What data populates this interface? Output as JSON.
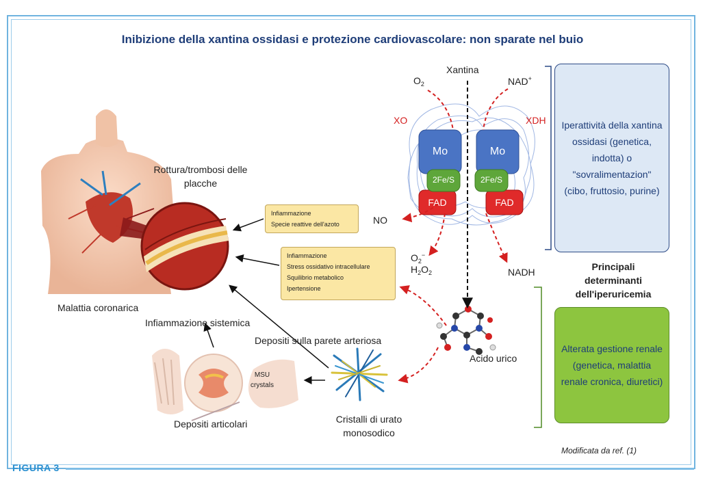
{
  "title": "Inibizione della xantina ossidasi e protezione cardiovascolare: non sparate nel buio",
  "figure_label": "FIGURA 3",
  "source": "Modificata da ref. (1)",
  "enzyme": {
    "substrate": "Xantina",
    "o2": "O",
    "o2_sub": "2",
    "nad": "NAD",
    "nad_sup": "+",
    "xo": "XO",
    "xdh": "XDH",
    "mo": "Mo",
    "fes": "2Fe/S",
    "fad": "FAD",
    "no": "NO",
    "superoxide": "O",
    "superoxide_sub": "2",
    "superoxide_sup": "−",
    "h2o2_h": "H",
    "h2o2_sub1": "2",
    "h2o2_o": "O",
    "h2o2_sub2": "2",
    "nadh": "NADH",
    "product": "Acido urico"
  },
  "box_no": [
    "Infiammazione",
    "Specie reattive dell'azoto"
  ],
  "box_ros": [
    "Infiammazione",
    "Stress ossidativo intracellulare",
    "Squilibrio metabolico",
    "Ipertensione"
  ],
  "labels": {
    "plaque": "Rottura/trombosi delle placche",
    "coronary": "Malattia coronarica",
    "systemic": "Infiammazione sistemica",
    "arterial_deposits": "Depositi sulla parete arteriosa",
    "msu": "MSU crystals",
    "joint_deposits": "Depositi articolari",
    "crystals": "Cristalli di urato monosodico"
  },
  "right_panel": {
    "blue_text": "Iperattività della xantina ossidasi (genetica, indotta) o \"sovralimentazion\" (cibo, fruttosio, purine)",
    "center_text": "Principali determinanti dell'iperuricemia",
    "green_text": "Alterata gestione renale (genetica, malattia renale cronica, diuretici)"
  },
  "colors": {
    "title": "#1e3d78",
    "accent_red": "#d42020",
    "blue_box": "#dde8f5",
    "green_box": "#8dc53f",
    "yellow_box": "#fbe7a4",
    "mo": "#4a74c4",
    "fes": "#5ea63a",
    "fad": "#e02a2a"
  },
  "icons": [
    "torso-heart-illustration",
    "artery-plaque-icon",
    "foot-joint-illustration",
    "urate-crystal-icon",
    "uric-acid-molecule-icon",
    "xanthine-oxidase-enzyme-icon"
  ]
}
